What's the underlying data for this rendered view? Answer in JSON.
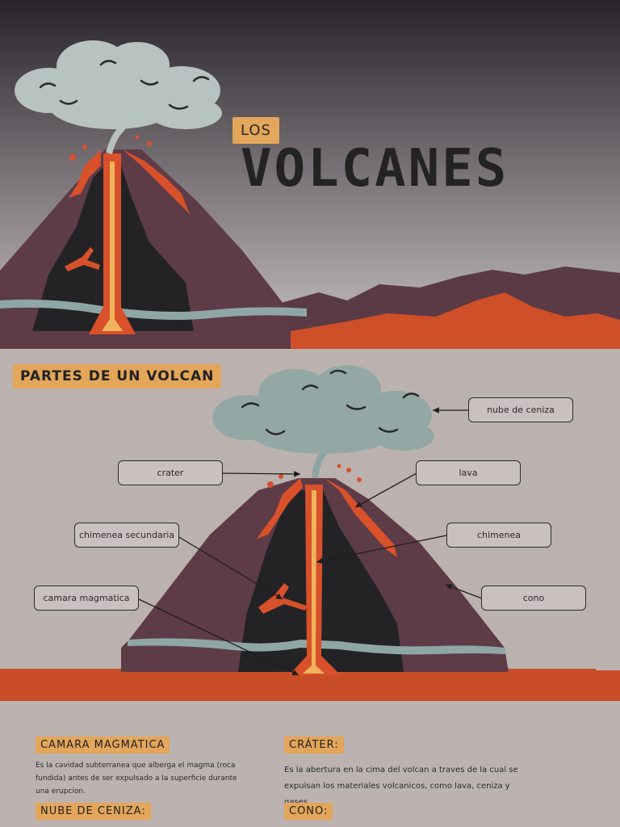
{
  "hero": {
    "los": "LOS",
    "title": "VOLCANES"
  },
  "diagram": {
    "section_title": "PARTES DE UN VOLCAN",
    "labels": {
      "nube": "nube de ceniza",
      "crater": "crater",
      "lava": "lava",
      "chimenea_secundaria": "chimenea secundaria",
      "chimenea": "chimenea",
      "camara": "camara magmatica",
      "cono": "cono"
    }
  },
  "definitions": [
    {
      "title": "CAMARA MAGMATICA",
      "text": "Es la cavidad subterranea que alberga el magma (roca fundida) antes de ser expulsado a la superficie durante una erupcion."
    },
    {
      "title": "CRÁTER:",
      "text": "Es la abertura en la cima del volcan a traves de la cual se expulsan los materiales volcanicos, como lava, ceniza y gases"
    },
    {
      "title": "NUBE DE CENIZA:",
      "text": ""
    },
    {
      "title": "CONO:",
      "text": ""
    }
  ],
  "colors": {
    "accent": "#e3a65a",
    "lava": "#d8512a",
    "volcano": "#5e3c47",
    "ash": "#93a8a5"
  }
}
